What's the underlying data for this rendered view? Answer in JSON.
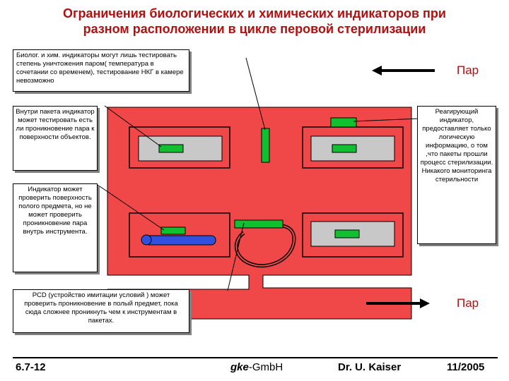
{
  "title": {
    "line1": "Ограничения биологических и химических индикаторов при",
    "line2": "разном расположении в цикле перовой стерилизации"
  },
  "boxes": {
    "top_left": "Биолог. и хим. индикаторы могут лишь тестировать степень уничтожения паром( температура в сочетании со временем), тестирование НКГ в камере невозможно",
    "inside_pack": "Внутри пакета индикатор может тестировать есть ли проникновение пара к поверхности объектов.",
    "hollow": "Индикатор может проверить поверхность полого предмета, но не может проверить проникновение пара внутрь инструмента.",
    "pcd": "PCD (устройство имитации условий  ) может проверить проникновение в полый предмет, пока сюда сложнее  проникнуть чем к инструментам в пакетах.",
    "reacting": "Реагирующий индикатор, предоставляет только логическую информацию, о том ,что пакеты прошли процесс стерилизации. Никакого мониторинга стерильности"
  },
  "steam": {
    "top": "Пар",
    "bottom": "Пар"
  },
  "footer": {
    "slide_number": "6.7-12",
    "company_prefix": "gke",
    "company_suffix": "-GmbH",
    "author": "Dr. U. Kaiser",
    "date": "11/2005"
  },
  "colors": {
    "chamber": "#f04848",
    "tray": "#c8c8c8",
    "indicator": "#10c030",
    "hollow_instrument": "#3050e0",
    "title": "#b01010"
  }
}
